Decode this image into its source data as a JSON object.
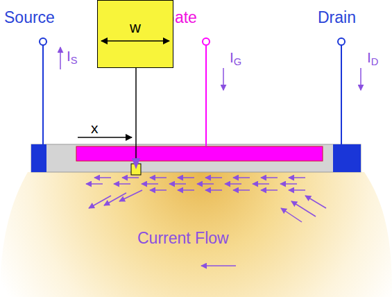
{
  "diagram": {
    "nodes": [
      {
        "text": [
          "w"
        ]
      }
    ],
    "labels": [
      "Source",
      "IS",
      "Gate",
      "IG",
      "Drain",
      "ID",
      "x",
      "Current Flow"
    ]
  }
}
